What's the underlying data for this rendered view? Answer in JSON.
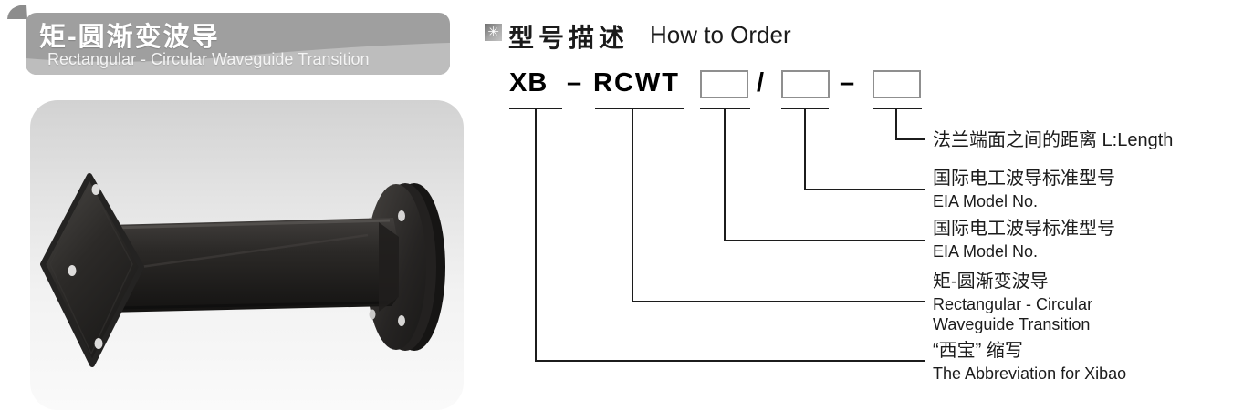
{
  "banner": {
    "title_zh": "矩-圆渐变波导",
    "title_en": "Rectangular - Circular Waveguide Transition",
    "color_top": "#9f9f9f",
    "color_bottom": "#bdbdbd"
  },
  "section_header": {
    "icon": "asterisk-icon",
    "icon_glyph": "✳",
    "title_zh": "型号描述",
    "title_en": "How to Order"
  },
  "model_code": {
    "prefix": "XB",
    "dash1": "–",
    "series": "RCWT",
    "slash": "/",
    "dash2": "–"
  },
  "descriptions": [
    {
      "zh": "法兰端面之间的距离 L:Length"
    },
    {
      "zh": "国际电工波导标准型号",
      "en": "EIA Model No."
    },
    {
      "zh": "国际电工波导标准型号",
      "en": "EIA Model No."
    },
    {
      "zh": "矩-圆渐变波导",
      "en1": "Rectangular - Circular",
      "en2": "Waveguide Transition"
    },
    {
      "zh": "“西宝” 缩写",
      "en": "The Abbreviation for Xibao"
    }
  ],
  "colors": {
    "text": "#1b1b1b",
    "connector_line": "#1c1c1c",
    "box_border": "#8f8f8f",
    "product_dark": "#2b2a29"
  }
}
